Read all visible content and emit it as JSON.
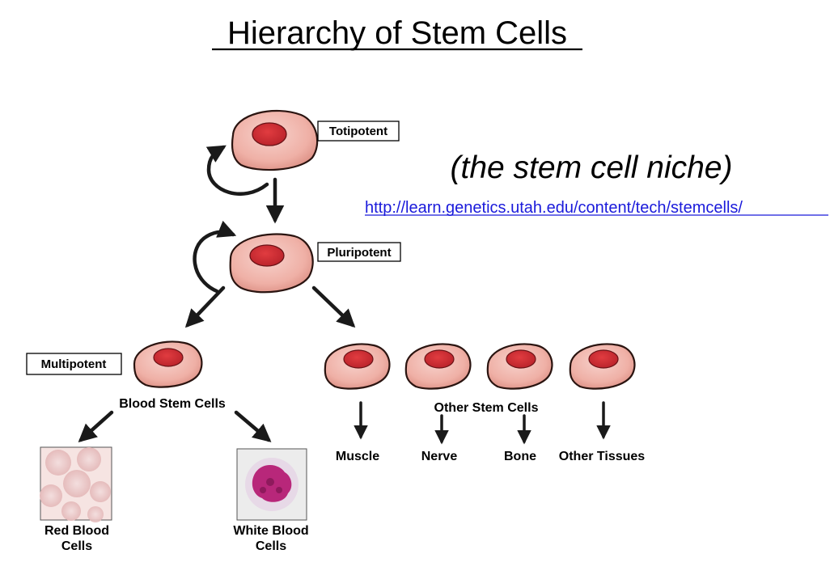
{
  "title": "Hierarchy of Stem Cells",
  "subtitle": "(the stem cell niche)",
  "source_url": "http://learn.genetics.utah.edu/content/tech/stemcells/",
  "potency_levels": {
    "totipotent": "Totipotent",
    "pluripotent": "Pluripotent",
    "multipotent": "Multipotent"
  },
  "groups": {
    "blood_stem_cells": "Blood Stem Cells",
    "other_stem_cells": "Other Stem Cells"
  },
  "blood_products": {
    "red": [
      "Red Blood",
      "Cells"
    ],
    "white": [
      "White Blood",
      "Cells"
    ]
  },
  "tissues": {
    "muscle": "Muscle",
    "nerve": "Nerve",
    "bone": "Bone",
    "other": "Other Tissues"
  },
  "colors": {
    "cell_fill": "#f0b4aa",
    "cell_edge": "#2a1410",
    "nucleus": "#cc2a30",
    "link": "#1a1adb",
    "rbc_panel": "#f6e4e2",
    "wbc_stain": "#b8277a"
  }
}
